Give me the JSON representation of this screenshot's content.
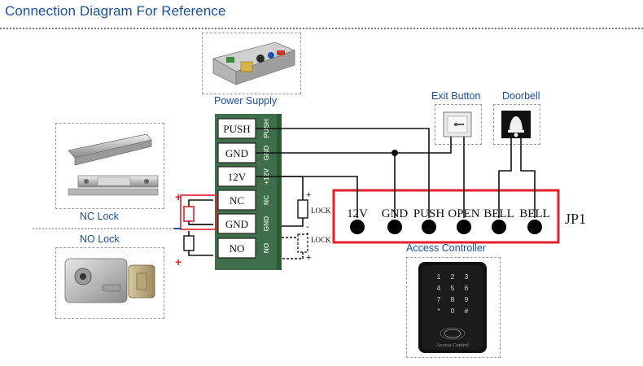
{
  "title": "Connection Diagram For Reference",
  "labels": {
    "power_supply": "Power Supply",
    "exit_button": "Exit Button",
    "doorbell": "Doorbell",
    "nc_lock": "NC Lock",
    "no_lock": "NO Lock",
    "access_controller": "Access Controller"
  },
  "psu_terminals": [
    "PUSH",
    "GND",
    "12V",
    "NC",
    "GND",
    "NO"
  ],
  "psu_board_text": [
    "PUSH",
    "GND",
    "+12V",
    "NC",
    "GND",
    "NO"
  ],
  "controller_terminals": [
    "12V",
    "GND",
    "PUSH",
    "OPEN",
    "BELL",
    "BELL"
  ],
  "jp1": "JP1",
  "lock_tag": "LOCK",
  "polarity": {
    "plus": "+",
    "minus": "-"
  },
  "keypad": {
    "keys": [
      "1",
      "2",
      "3",
      "4",
      "5",
      "6",
      "7",
      "8",
      "9",
      "*",
      "0",
      "#"
    ],
    "brand": "Access Control"
  },
  "colors": {
    "title_blue": "#1a4fa0",
    "controller_red": "#e0202a",
    "polarity_red": "#e0202a",
    "psu_green": "#3f6e4a"
  }
}
